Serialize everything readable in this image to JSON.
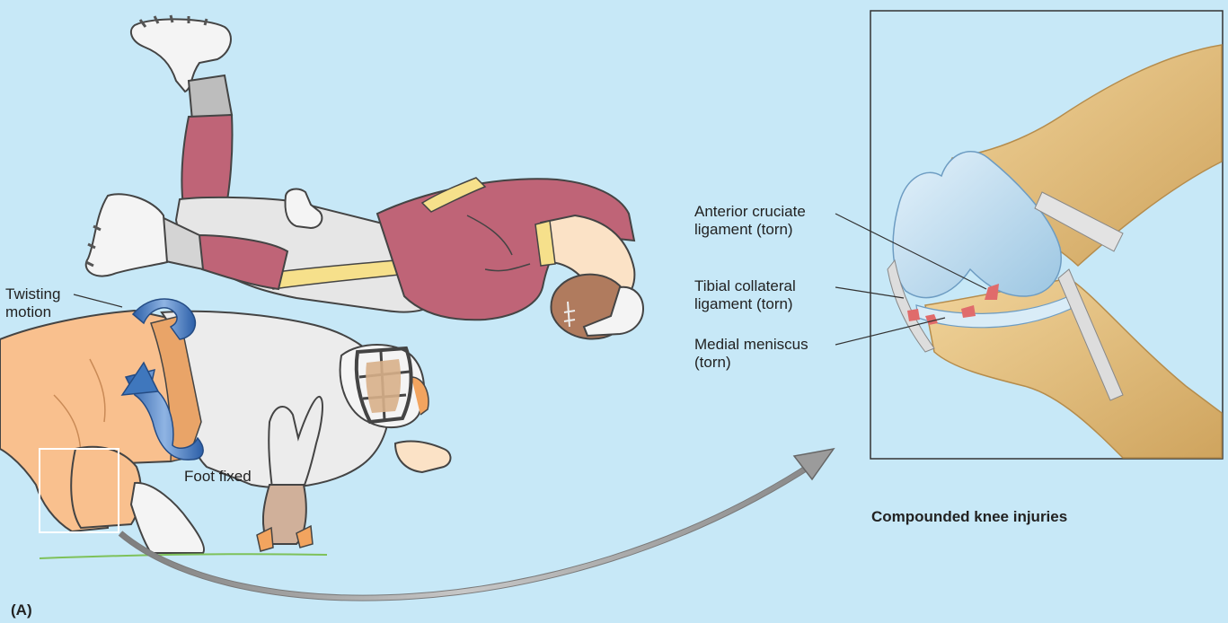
{
  "labels": {
    "twisting_1": "Twisting",
    "twisting_2": "motion",
    "foot_fixed": "Foot fixed",
    "acl_1": "Anterior cruciate",
    "acl_2": "ligament (torn)",
    "tcl_1": "Tibial collateral",
    "tcl_2": "ligament (torn)",
    "mm_1": "Medial meniscus",
    "mm_2": "(torn)",
    "caption": "Compounded knee injuries",
    "panel": "(A)"
  },
  "colors": {
    "background": "#c7e8f7",
    "jersey": "#bf6477",
    "stripe": "#f6e08b",
    "pants_grey": "#e6e6e6",
    "skin": "#fbe2c6",
    "orange": "#f9c08e",
    "bone": "#e8c586",
    "cartilage": "#bcdcf0",
    "arrow_blue": "#3f77bd",
    "arrow_grey": "#9b9b9b",
    "tear_red": "#e06b6b",
    "ground": "#7ec15a"
  }
}
